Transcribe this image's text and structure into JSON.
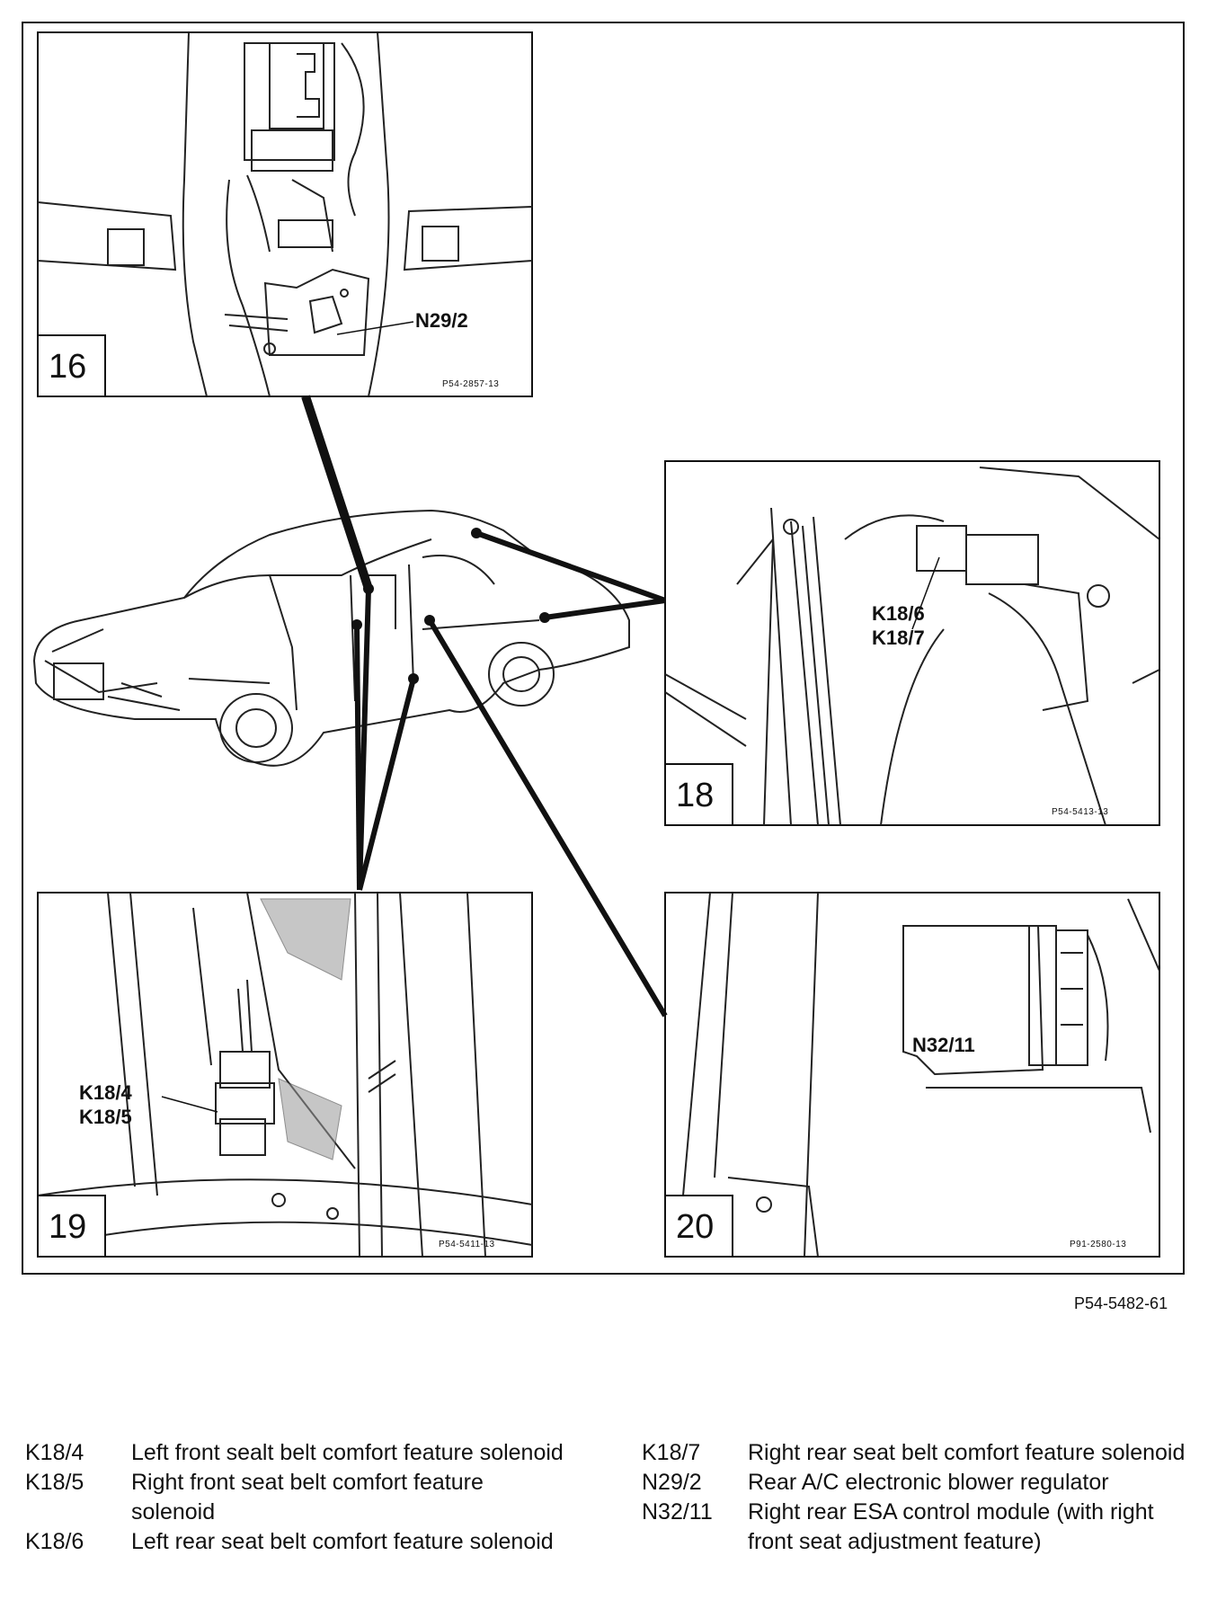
{
  "panels": [
    {
      "number": "16",
      "ref": "P54-2857-13",
      "callout": "N29/2"
    },
    {
      "number": "18",
      "ref": "P54-5413-13",
      "callout_lines": [
        "K18/6",
        "K18/7"
      ]
    },
    {
      "number": "19",
      "ref": "P54-5411-13",
      "callout_lines": [
        "K18/4",
        "K18/5"
      ]
    },
    {
      "number": "20",
      "ref": "P91-2580-13",
      "callout": "N32/11"
    }
  ],
  "figure_ref": "P54-5482-61",
  "legend": {
    "left": [
      {
        "code": "K18/4",
        "desc": "Left front sealt belt comfort feature solenoid"
      },
      {
        "code": "K18/5",
        "desc": "Right front seat belt comfort feature solenoid"
      },
      {
        "code": "K18/6",
        "desc": "Left rear seat belt comfort feature solenoid"
      }
    ],
    "right": [
      {
        "code": "K18/7",
        "desc": "Right rear seat belt comfort feature solenoid"
      },
      {
        "code": "N29/2",
        "desc": "Rear A/C electronic blower regulator"
      },
      {
        "code": "N32/11",
        "desc": "Right rear ESA control module (with right front seat adjustment feature)"
      }
    ]
  }
}
